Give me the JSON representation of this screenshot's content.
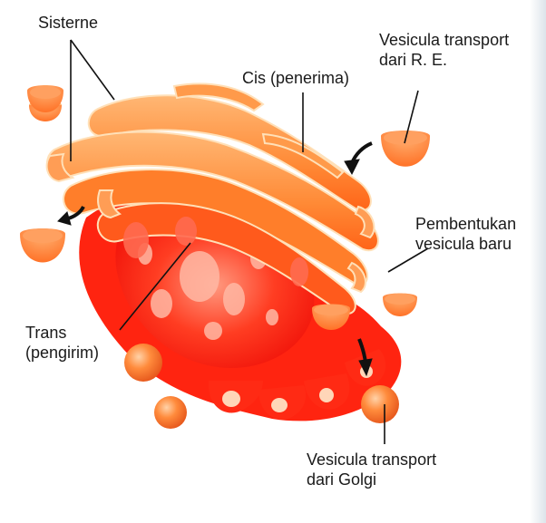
{
  "labels": {
    "sisterne": "Sisterne",
    "cis": "Cis (penerima)",
    "vesicula_re_line1": "Vesicula transport",
    "vesicula_re_line2": "dari R. E.",
    "pembentukan_line1": "Pembentukan",
    "pembentukan_line2": "vesicula baru",
    "trans_line1": "Trans",
    "trans_line2": "(pengirim)",
    "vesicula_golgi_line1": "Vesicula transport",
    "vesicula_golgi_line2": "dari Golgi"
  },
  "colors": {
    "cisterna_light": "#ffb36b",
    "cisterna_mid": "#ff7a22",
    "cisterna_deep": "#ff2a10",
    "lumen_red": "#ff1e0e",
    "vesicle_orange": "#ff8a3a",
    "leader_line": "#111111"
  },
  "icons": [
    "arrow-icon"
  ]
}
